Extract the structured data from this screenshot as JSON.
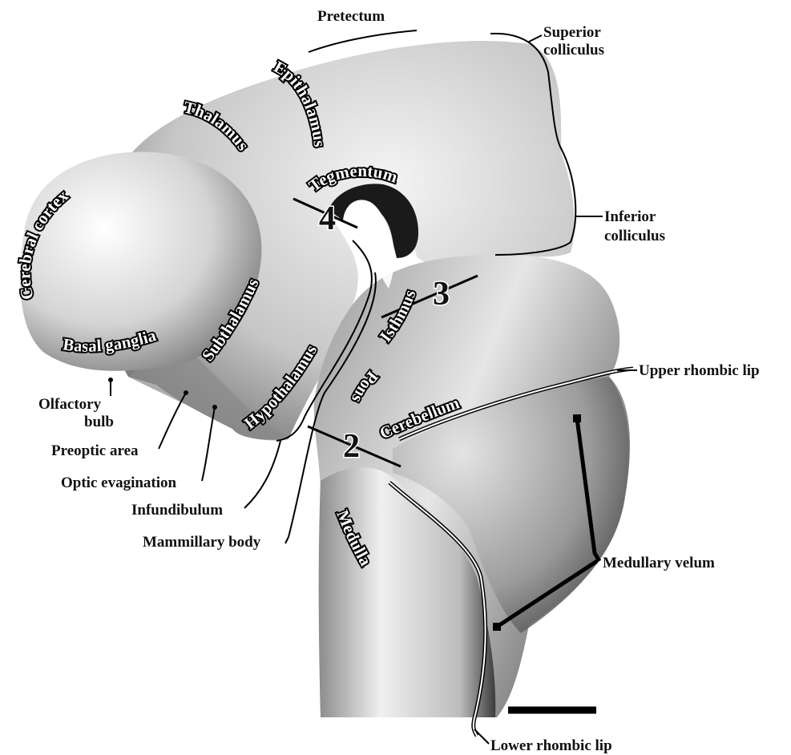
{
  "labels": {
    "pretectum": "Pretectum",
    "superior_colliculus_1": "Superior",
    "superior_colliculus_2": "colliculus",
    "inferior_colliculus_1": "Inferior",
    "inferior_colliculus_2": "colliculus",
    "upper_rhombic_lip": "Upper rhombic lip",
    "medullary_velum": "Medullary velum",
    "lower_rhombic_lip": "Lower rhombic lip",
    "olfactory_bulb_1": "Olfactory",
    "olfactory_bulb_2": "bulb",
    "preoptic_area": "Preoptic area",
    "optic_evagination": "Optic evagination",
    "infundibulum": "Infundibulum",
    "mammillary_body": "Mammillary body"
  },
  "region_labels": {
    "cerebral_cortex": "Cerebral cortex",
    "basal_ganglia": "Basal ganglia",
    "thalamus": "Thalamus",
    "epithalamus": "Epithalamus",
    "subthalamus": "Subthalamus",
    "tegmentum": "Tegmentum",
    "hypothalamus": "Hypothalamus",
    "isthmus": "Isthmus",
    "cerebellum": "Cerebellum",
    "pons": "Pons",
    "medulla": "Medulla"
  },
  "boundary_numbers": {
    "n2": "2",
    "n3": "3",
    "n4": "4"
  }
}
